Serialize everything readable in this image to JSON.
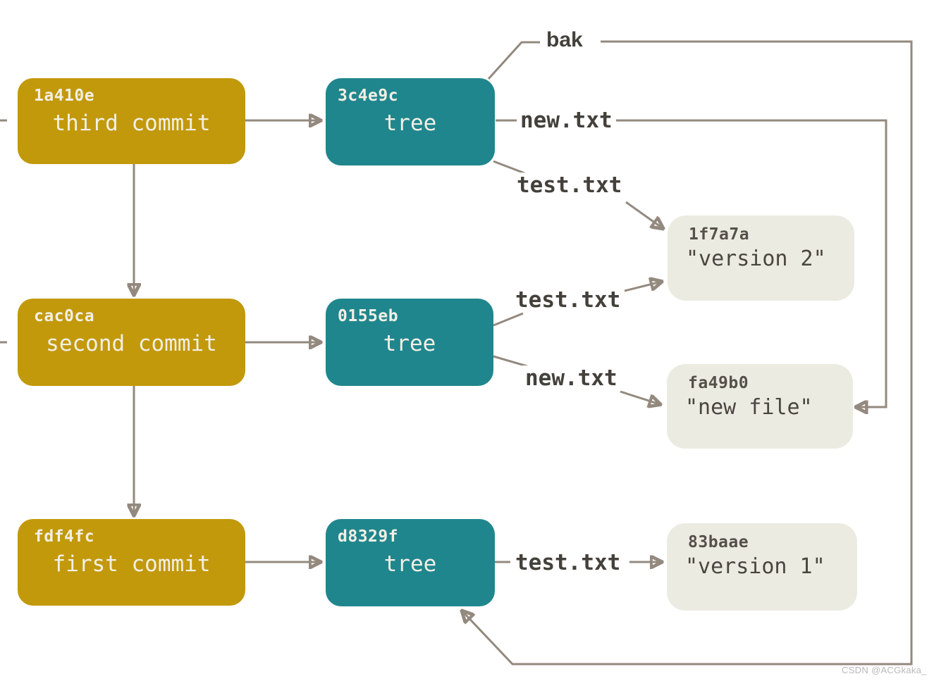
{
  "diagram": {
    "commits": [
      {
        "hash": "1a410e",
        "label": "third commit"
      },
      {
        "hash": "cac0ca",
        "label": "second commit"
      },
      {
        "hash": "fdf4fc",
        "label": "first commit"
      }
    ],
    "trees": [
      {
        "hash": "3c4e9c",
        "label": "tree"
      },
      {
        "hash": "0155eb",
        "label": "tree"
      },
      {
        "hash": "d8329f",
        "label": "tree"
      }
    ],
    "blobs": [
      {
        "hash": "1f7a7a",
        "label": "\"version 2\""
      },
      {
        "hash": "fa49b0",
        "label": "\"new file\""
      },
      {
        "hash": "83baae",
        "label": "\"version 1\""
      }
    ],
    "edge_labels": {
      "bak": "bak",
      "row1_new_txt": "new.txt",
      "row1_test_txt": "test.txt",
      "row2_test_txt": "test.txt",
      "row2_new_txt": "new.txt",
      "row3_test_txt": "test.txt"
    },
    "colors": {
      "commit_bg": "#C2990B",
      "tree_bg": "#20868D",
      "blob_bg": "#ECEBE1",
      "line": "#93897E",
      "label_text": "#44403B",
      "box_text": "#F2EFE6",
      "blob_text": "#4A453F",
      "watermark": "#B9B9B9"
    },
    "watermark": "CSDN @ACGkaka_"
  }
}
